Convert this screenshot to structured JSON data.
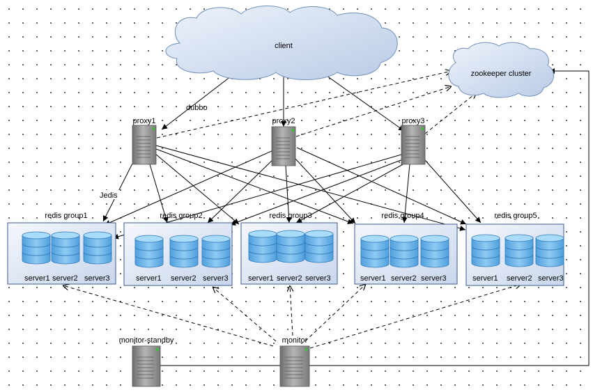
{
  "client": {
    "label": "client"
  },
  "zookeeper": {
    "label": "zookeeper cluster"
  },
  "proxies": [
    {
      "label": "proxy1"
    },
    {
      "label": "proxy2"
    },
    {
      "label": "proxy3"
    }
  ],
  "edge_labels": {
    "dubbo": "dubbo",
    "jedis": "Jedis"
  },
  "groups": [
    {
      "label": "redis group1",
      "servers": [
        "server1",
        "server2",
        "server3"
      ]
    },
    {
      "label": "redis group2",
      "servers": [
        "server1",
        "server2",
        "server3"
      ]
    },
    {
      "label": "redis group3",
      "servers": [
        "server1",
        "server2",
        "server3"
      ]
    },
    {
      "label": "redis group4",
      "servers": [
        "server1",
        "server2",
        "server3"
      ]
    },
    {
      "label": "redis group5",
      "servers": [
        "server1",
        "server2",
        "server3"
      ]
    }
  ],
  "monitors": [
    {
      "label": "monitor-standby"
    },
    {
      "label": "monitor"
    }
  ],
  "colors": {
    "cloud_fill": "#cfdcee",
    "cloud_stroke": "#6f8fb8",
    "group_fill": "#d6e0f0",
    "disk_fill": "#6fb4e8",
    "server_body": "#9a9a9a",
    "server_led": "#3bc23b"
  }
}
